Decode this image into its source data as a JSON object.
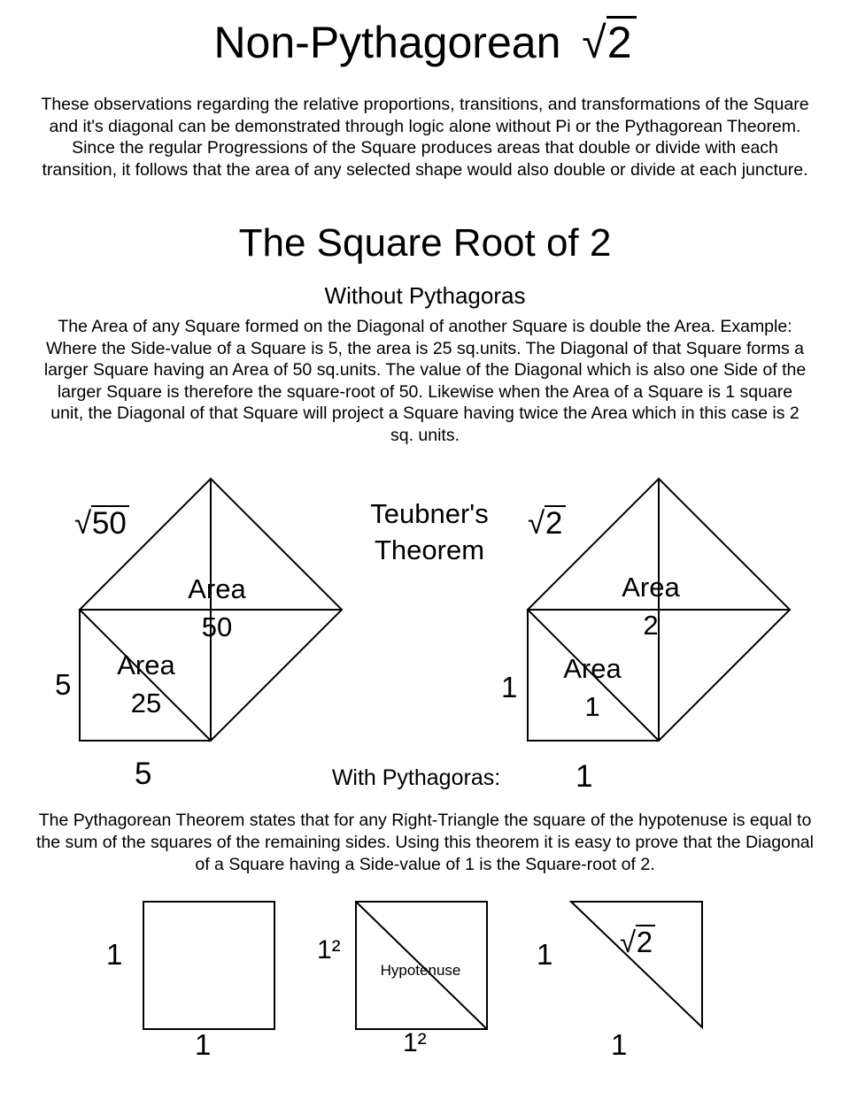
{
  "title": {
    "prefix": "Non-Pythagorean",
    "sqrt_sign": "√",
    "sqrt_value": "2"
  },
  "intro": "These observations regarding the relative proportions, transitions, and transformations of the Square and it's diagonal can be demonstrated through logic alone without Pi or the Pythagorean Theorem. Since the regular Progressions of the Square produces areas that double or divide with each transition, it follows that the area of any selected shape would also double or divide at each juncture.",
  "section": {
    "heading": "The Square Root of 2",
    "subheading": "Without Pythagoras",
    "body": "The Area of any Square formed on the Diagonal of another Square is double the Area. Example: Where the Side-value of a Square is 5, the area is 25 sq.units. The Diagonal of that Square forms a larger Square having an Area of 50 sq.units. The value of the Diagonal which is also one Side of the larger Square is therefore the square-root of 50. Likewise when the Area of a Square is 1 square unit, the Diagonal of that Square will project a Square having twice the Area which in this case is 2 sq. units."
  },
  "figures": {
    "center_title": "Teubner's Theorem",
    "with_pythagoras": "With Pythagoras:",
    "left": {
      "sqrt_sign": "√",
      "sqrt_value": "50",
      "outer_area_label": "Area",
      "outer_area_value": "50",
      "inner_area_label": "Area",
      "inner_area_value": "25",
      "side_left": "5",
      "side_bottom": "5"
    },
    "right": {
      "sqrt_sign": "√",
      "sqrt_value": "2",
      "outer_area_label": "Area",
      "outer_area_value": "2",
      "inner_area_label": "Area",
      "inner_area_value": "1",
      "side_left": "1",
      "side_bottom": "1"
    }
  },
  "pythagoras_text": "The Pythagorean Theorem states that for any Right-Triangle the square of the hypotenuse is equal to the sum of the squares of the remaining sides. Using this theorem it is easy to prove that the Diagonal of a Square having a Side-value of 1 is the Square-root of 2.",
  "bottom_figures": {
    "unit_square": {
      "side_left": "1",
      "side_bottom": "1"
    },
    "square_with_diagonal": {
      "side_left": "1²",
      "hypotenuse_label": "Hypotenuse",
      "side_bottom": "1²"
    },
    "triangle": {
      "side_left": "1",
      "sqrt_sign": "√",
      "sqrt_value": "2",
      "side_bottom": "1"
    }
  }
}
